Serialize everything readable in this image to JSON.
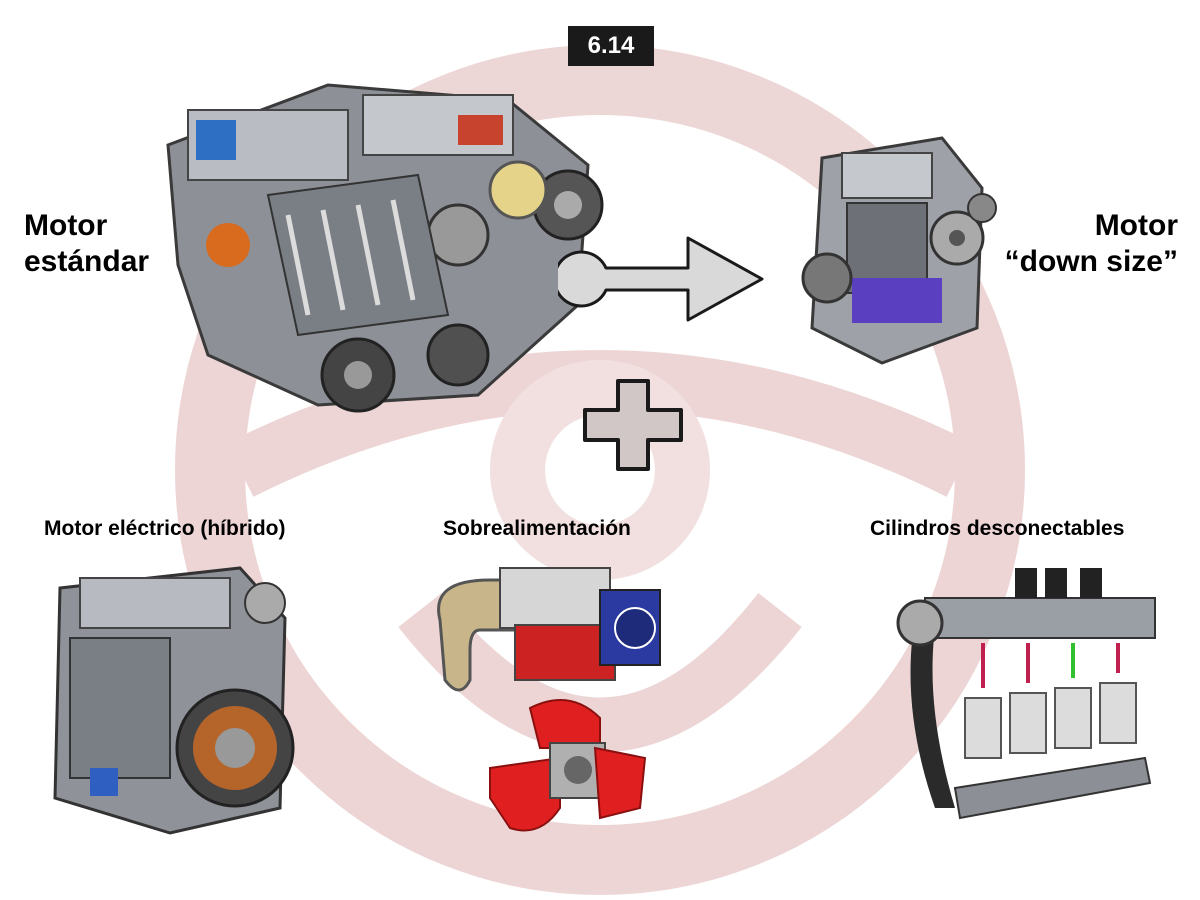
{
  "slide_number": "6.14",
  "standard_engine": {
    "line1": "Motor",
    "line2": "estándar"
  },
  "downsize_engine": {
    "line1": "Motor",
    "line2": "“down size”"
  },
  "techniques": [
    {
      "label": "Motor eléctrico (híbrido)"
    },
    {
      "label": "Sobrealimentación"
    },
    {
      "label": "Cilindros desconectables"
    }
  ],
  "colors": {
    "watermark": "#d9a3a3",
    "arrow_fill": "#d9d9d9",
    "plus_fill": "#d2c7c7",
    "badge_bg": "#1a1a1a",
    "turbo_red": "#e02020"
  }
}
